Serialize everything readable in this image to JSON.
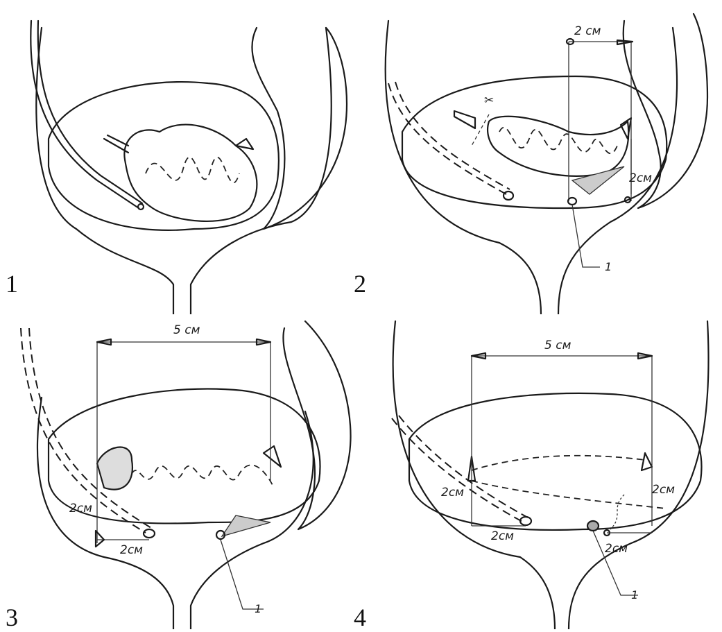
{
  "panels": [
    {
      "number": "1",
      "labels": {}
    },
    {
      "number": "2",
      "labels": {
        "top_distance": "2 см",
        "side_distance": "2см",
        "pointer": "1"
      }
    },
    {
      "number": "3",
      "labels": {
        "top_distance": "5 см",
        "left_distance": "2см",
        "bottom_distance": "2см",
        "pointer": "1"
      }
    },
    {
      "number": "4",
      "labels": {
        "top_distance": "5 см",
        "left_distance": "2см",
        "bottom_distance": "2см",
        "right_distance": "2см",
        "lower_right_distance": "2см",
        "pointer": "1"
      }
    }
  ]
}
